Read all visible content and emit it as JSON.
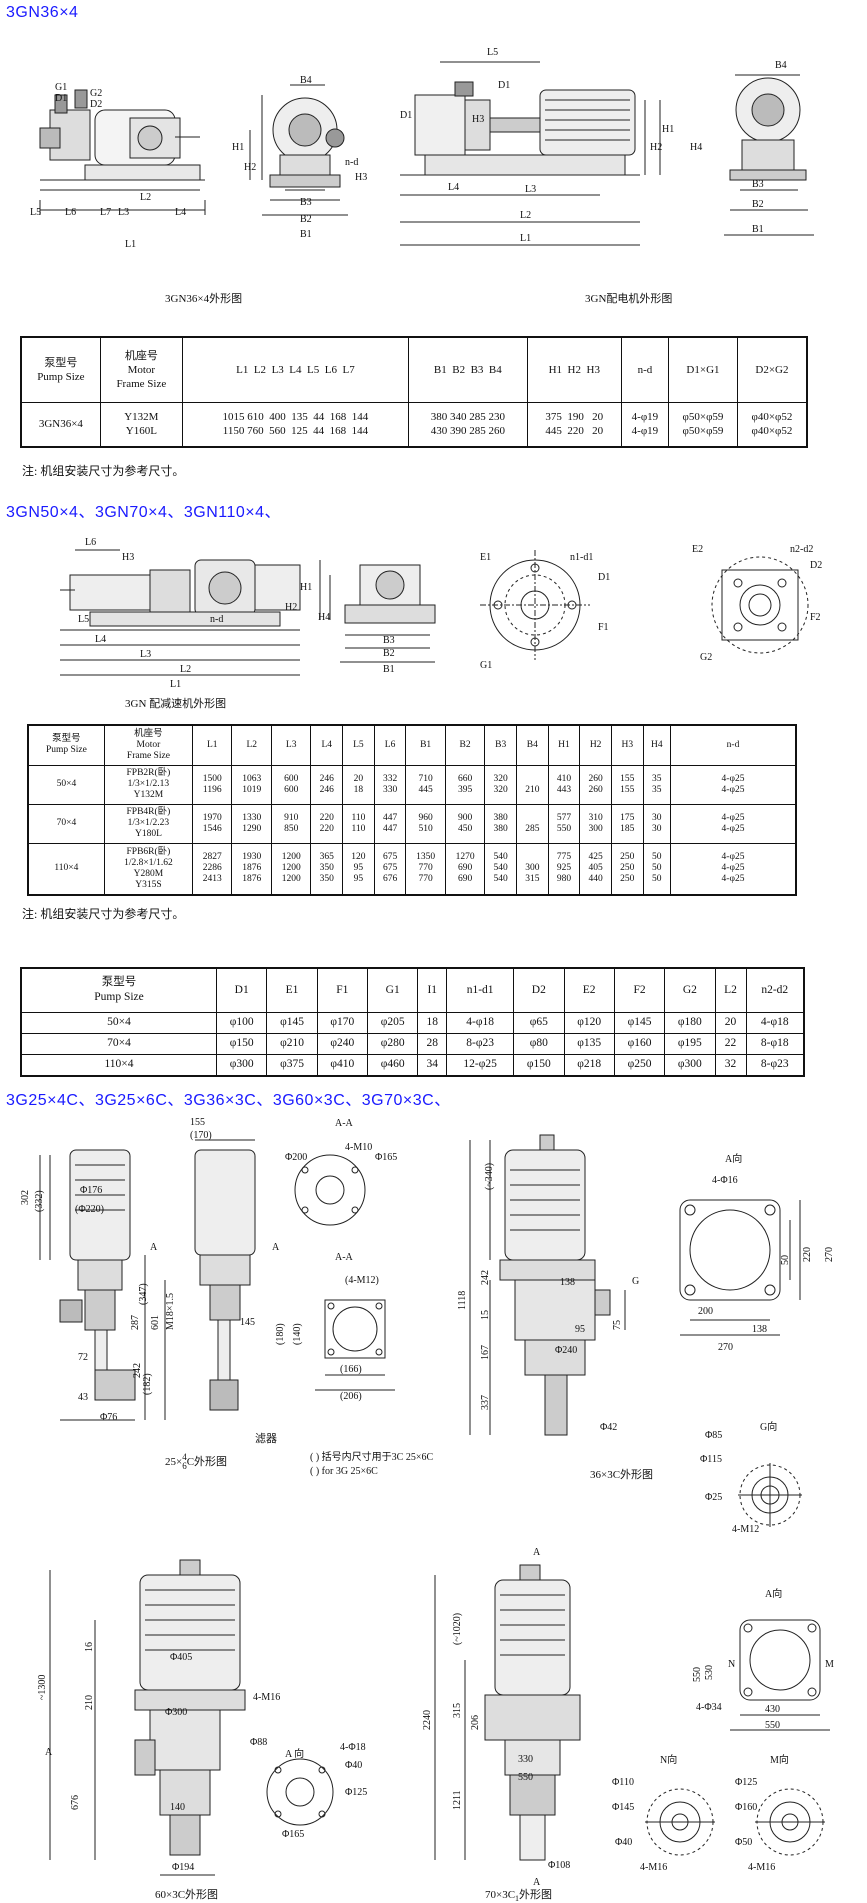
{
  "headings": {
    "h1": "3GN36×4",
    "h2": "3GN50×4、3GN70×4、3GN110×4、",
    "h3": "3G25×4C、3G25×6C、3G36×3C、3G60×3C、3G70×3C、"
  },
  "captions": {
    "c1": "3GN36×4外形图",
    "c2": "3GN配电机外形图",
    "c3": "3GN 配减速机外形图",
    "c4a": "25×",
    "c4b": "4",
    "c4c": "6",
    "c4d": "C外形图",
    "c5": "36×3C外形图",
    "c6": "60×3C外形图",
    "c7": "70×3C",
    "c7b": "1",
    "c7c": "外形图",
    "paren1": "( ) 括号内尺寸用于3C 25×6C",
    "paren2": "( ) for 3G 25×6C",
    "filter": "滤器"
  },
  "notes": {
    "n1": "注: 机组安装尺寸为参考尺寸。",
    "n2": "注: 机组安装尺寸为参考尺寸。"
  },
  "table1": {
    "h_pump": "泵型号",
    "h_pump_en": "Pump Size",
    "h_frame": "机座号",
    "h_frame_en1": "Motor",
    "h_frame_en2": "Frame Size",
    "cols": [
      "L1",
      "L2",
      "L3",
      "L4",
      "L5",
      "L6",
      "L7",
      "B1",
      "B2",
      "B3",
      "B4",
      "H1",
      "H2",
      "H3",
      "n-d",
      "D1×G1",
      "D2×G2"
    ],
    "pump": "3GN36×4",
    "frames": [
      "Y132M",
      "Y160L"
    ],
    "Lgrp": [
      "1015 610  400  135  44  168  144",
      "1150 760  560  125  44  168  144"
    ],
    "Bgrp": [
      "380 340 285 230",
      "430 390 285 260"
    ],
    "Hgrp": [
      "375  190   20",
      "445  220   20"
    ],
    "nd": [
      "4-φ19",
      "4-φ19"
    ],
    "d1g1": [
      "φ50×φ59",
      "φ50×φ59"
    ],
    "d2g2": [
      "φ40×φ52",
      "φ40×φ52"
    ]
  },
  "table2": {
    "h_pump": "泵型号",
    "h_pump_en": "Pump Size",
    "h_frame": "机座号",
    "h_frame_en1": "Motor",
    "h_frame_en2": "Frame Size",
    "cols": [
      "L1",
      "L2",
      "L3",
      "L4",
      "L5",
      "L6",
      "B1",
      "B2",
      "B3",
      "B4",
      "H1",
      "H2",
      "H3",
      "H4",
      "n-d"
    ],
    "rows": [
      {
        "pump": "50×4",
        "frame": "FPB2R(卧)\n1/3×1/2.13\nY132M",
        "L1": "1500\n1196",
        "L2": "1063\n1019",
        "L3": "600\n600",
        "L4": "246\n246",
        "L5": "20\n18",
        "L6": "332\n330",
        "B1": "710\n445",
        "B2": "660\n395",
        "B3": "320\n320",
        "B4": "\n210",
        "H1": "410\n443",
        "H2": "260\n260",
        "H3": "155\n155",
        "H4": "35\n35",
        "nd": "4-φ25\n4-φ25"
      },
      {
        "pump": "70×4",
        "frame": "FPB4R(卧)\n1/3×1/2.23\nY180L",
        "L1": "1970\n1546",
        "L2": "1330\n1290",
        "L3": "910\n850",
        "L4": "220\n220",
        "L5": "110\n110",
        "L6": "447\n447",
        "B1": "960\n510",
        "B2": "900\n450",
        "B3": "380\n380",
        "B4": "\n285",
        "H1": "577\n550",
        "H2": "310\n300",
        "H3": "175\n185",
        "H4": "30\n30",
        "nd": "4-φ25\n4-φ25"
      },
      {
        "pump": "110×4",
        "frame": "FPB6R(卧)\n1/2.8×1/1.62\nY280M\nY315S",
        "L1": "2827\n2286\n2413",
        "L2": "1930\n1876\n1876",
        "L3": "1200\n1200\n1200",
        "L4": "365\n350\n350",
        "L5": "120\n95\n95",
        "L6": "675\n675\n676",
        "B1": "1350\n770\n770",
        "B2": "1270\n690\n690",
        "B3": "540\n540\n540",
        "B4": "\n300\n315",
        "H1": "775\n925\n980",
        "H2": "425\n405\n440",
        "H3": "250\n250\n250",
        "H4": "50\n50\n50",
        "nd": "4-φ25\n4-φ25\n4-φ25"
      }
    ]
  },
  "table3": {
    "h_pump": "泵型号",
    "h_pump_en": "Pump Size",
    "cols": [
      "D1",
      "E1",
      "F1",
      "G1",
      "I1",
      "n1-d1",
      "D2",
      "E2",
      "F2",
      "G2",
      "L2",
      "n2-d2"
    ],
    "rows": [
      {
        "pump": "50×4",
        "vals": [
          "φ100",
          "φ145",
          "φ170",
          "φ205",
          "18",
          "4-φ18",
          "φ65",
          "φ120",
          "φ145",
          "φ180",
          "20",
          "4-φ18"
        ]
      },
      {
        "pump": "70×4",
        "vals": [
          "φ150",
          "φ210",
          "φ240",
          "φ280",
          "28",
          "8-φ23",
          "φ80",
          "φ135",
          "φ160",
          "φ195",
          "22",
          "8-φ18"
        ]
      },
      {
        "pump": "110×4",
        "vals": [
          "φ300",
          "φ375",
          "φ410",
          "φ460",
          "34",
          "12-φ25",
          "φ150",
          "φ218",
          "φ250",
          "φ300",
          "32",
          "8-φ23"
        ]
      }
    ]
  },
  "dim_labels": {
    "d1": [
      "L5",
      "D1",
      "G1",
      "D1",
      "G2",
      "D2",
      "B4",
      "H1",
      "H2",
      "n-d",
      "H3",
      "L5",
      "L6",
      "L7",
      "L2",
      "L3",
      "L4",
      "L1",
      "B3",
      "B2",
      "B1"
    ],
    "d2": [
      "L5",
      "D1",
      "D1",
      "H3",
      "L4",
      "L3",
      "L2",
      "L1",
      "H2",
      "H1",
      "H4",
      "B4",
      "B3",
      "B2",
      "B1"
    ],
    "d3": [
      "L6",
      "H3",
      "H2",
      "H1",
      "H4",
      "n-d",
      "L5",
      "L4",
      "L3",
      "L2",
      "L1",
      "B3",
      "B2",
      "B1",
      "E1",
      "n1-d1",
      "D1",
      "F1",
      "G1",
      "E2",
      "n2-d2",
      "D2",
      "F2",
      "G2"
    ],
    "d4": [
      "155",
      "(170)",
      "302",
      "(332)",
      "Φ176",
      "(Φ220)",
      "A",
      "A",
      "287",
      "(347)",
      "601",
      "M18×1.5",
      "242",
      "72",
      "43",
      "(182)",
      "Φ76",
      "145",
      "A-A",
      "4-M10",
      "Φ200",
      "Φ165",
      "A-A",
      "(4-M12)",
      "(180)",
      "(140)",
      "(166)",
      "(206)"
    ],
    "d5": [
      "(~340)",
      "1118",
      "242",
      "15",
      "167",
      "337",
      "138",
      "G",
      "75",
      "95",
      "Φ240",
      "Φ42",
      "A向",
      "4-Φ16",
      "50",
      "220",
      "270",
      "200",
      "138",
      "270",
      "G向",
      "Φ85",
      "Φ115",
      "Φ25",
      "4-M12"
    ],
    "d6": [
      "~1300",
      "16",
      "210",
      "676",
      "A",
      "Φ405",
      "4-M16",
      "Φ300",
      "Φ88",
      "A 向",
      "4-Φ18",
      "Φ40",
      "Φ125",
      "Φ165",
      "140",
      "Φ194"
    ],
    "d7": [
      "A",
      "2240",
      "(~1020)",
      "315",
      "1211",
      "206",
      "330",
      "550",
      "Φ108",
      "A",
      "A向",
      "N",
      "M",
      "530",
      "550",
      "4-Φ34",
      "430",
      "550",
      "N向",
      "M向",
      "Φ110",
      "Φ145",
      "Φ40",
      "4-M16",
      "Φ125",
      "Φ160",
      "Φ50",
      "4-M16"
    ]
  }
}
